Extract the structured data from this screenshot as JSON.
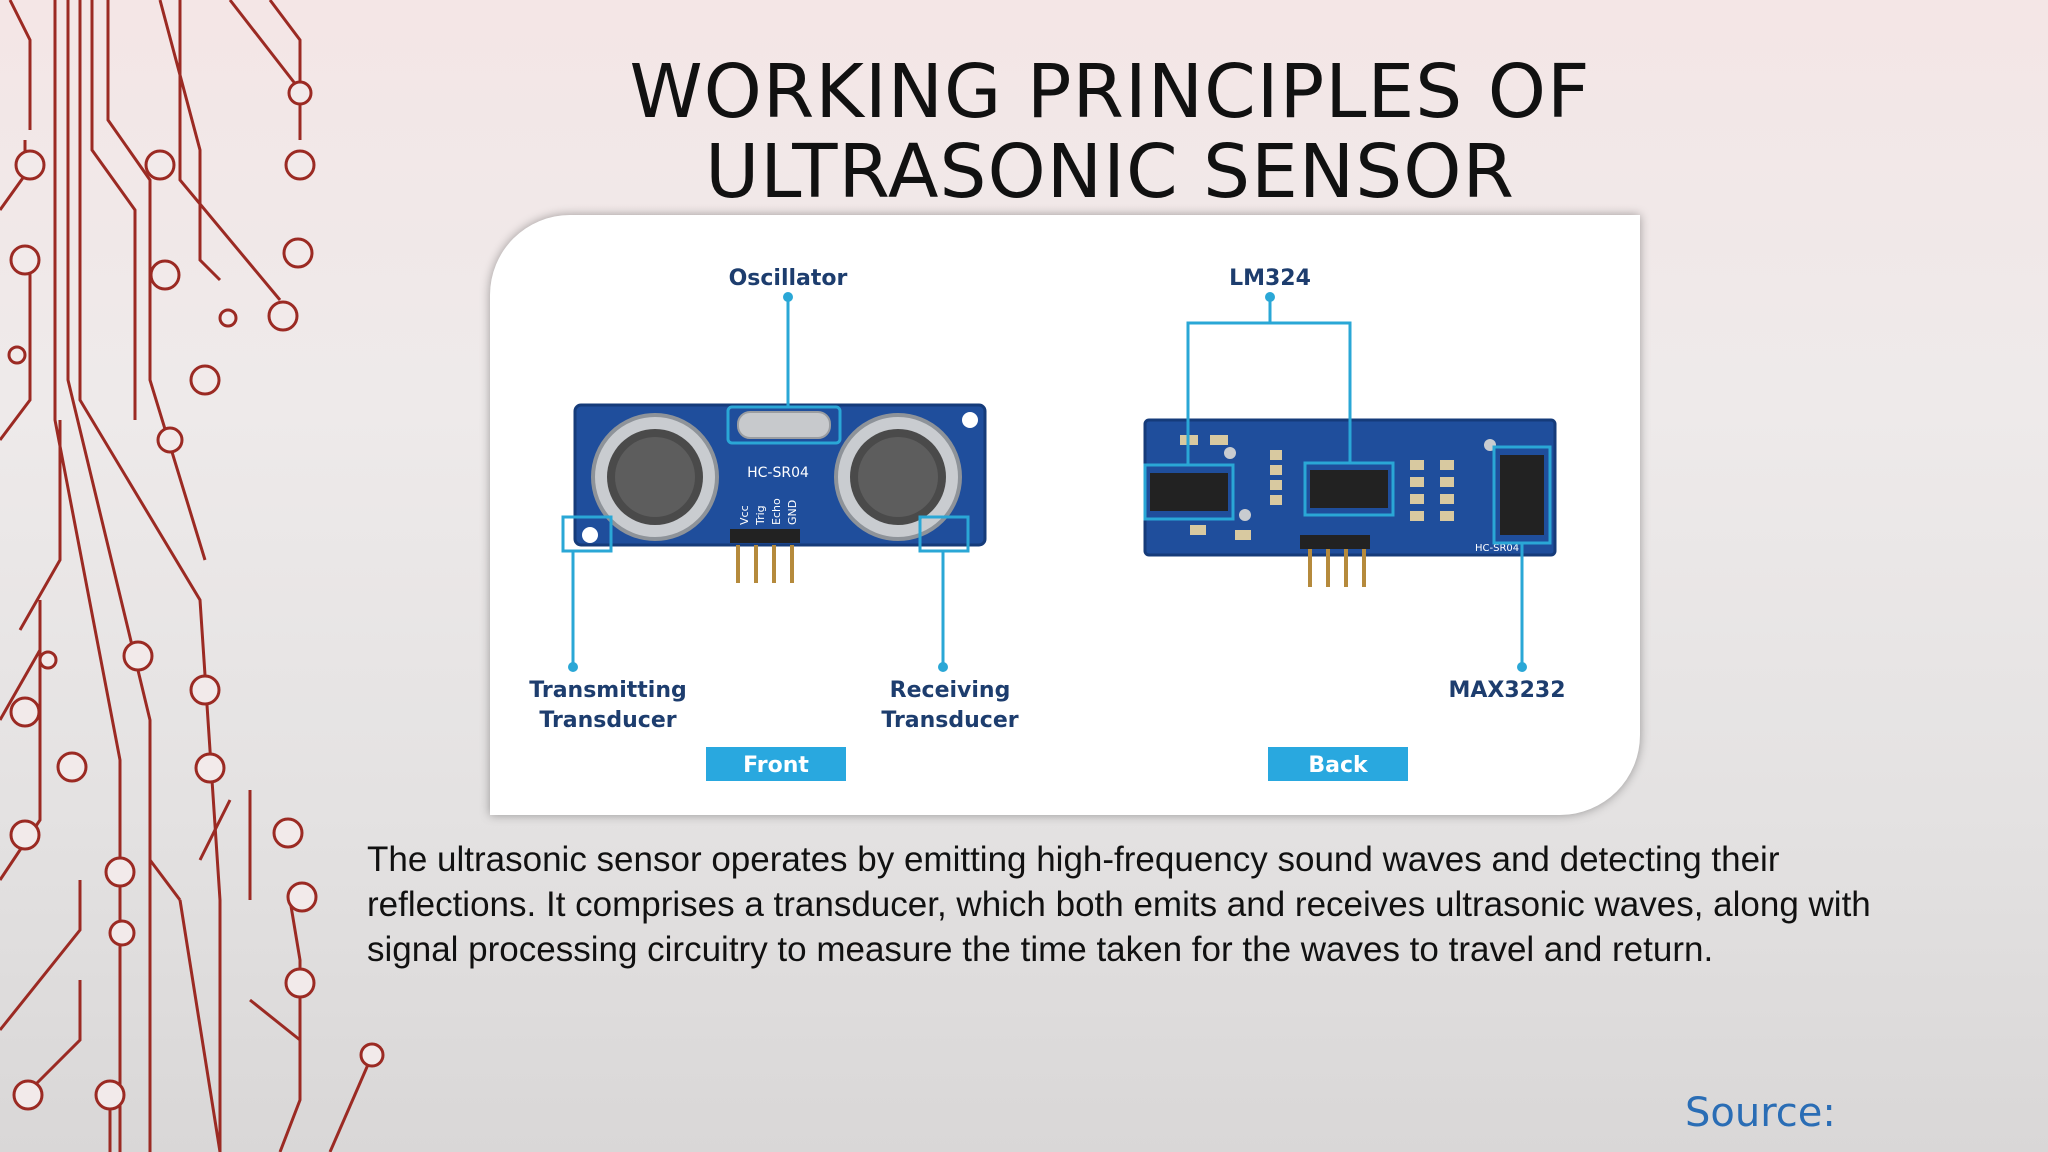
{
  "slide": {
    "title_line1": "WORKING PRINCIPLES OF",
    "title_line2": "ULTRASONIC SENSOR",
    "caption": "The ultrasonic sensor operates by emitting high-frequency sound waves and detecting their reflections. It comprises a transducer, which both emits and receives ultrasonic waves, along with signal processing circuitry to measure the time taken for the waves to travel and return.",
    "source_label": "Source:"
  },
  "figure": {
    "front": {
      "oscillator": "Oscillator",
      "transmitting_1": "Transmitting",
      "transmitting_2": "Transducer",
      "receiving_1": "Receiving",
      "receiving_2": "Transducer",
      "board_label": "HC-SR04",
      "pins": [
        "Vcc",
        "Trig",
        "Echo",
        "GND"
      ],
      "badge": "Front"
    },
    "back": {
      "lm324": "LM324",
      "max3232": "MAX3232",
      "board_label": "HC-SR04",
      "badge": "Back"
    }
  },
  "colors": {
    "circuit": "#9b2a23",
    "board": "#1f4e9c",
    "callout": "#2aa7d6",
    "badge": "#29a8df",
    "source": "#2a6db5"
  }
}
